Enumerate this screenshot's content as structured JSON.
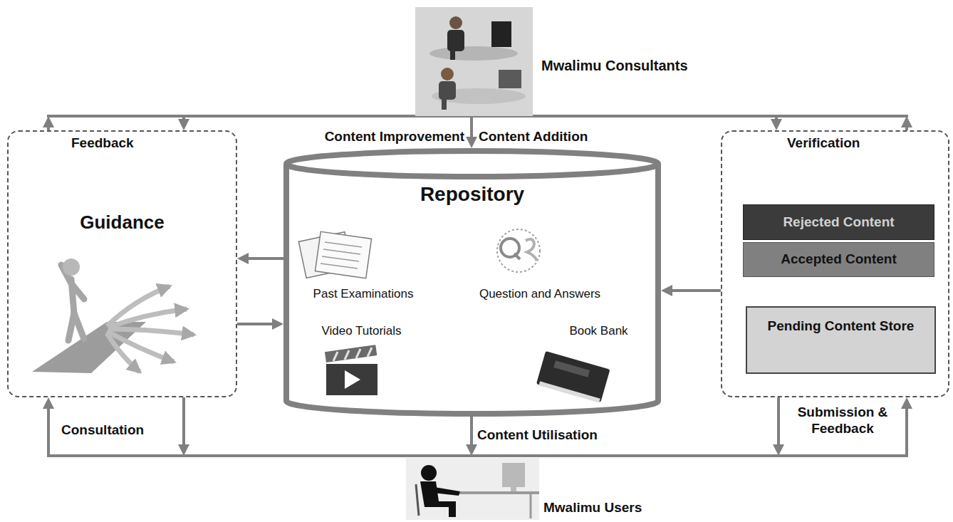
{
  "diagram": {
    "nodes": [
      {
        "text": [
          "Mwalimu Consultants"
        ]
      },
      {
        "text": [
          "Guidance"
        ]
      },
      {
        "text": [
          "Repository"
        ]
      },
      {
        "text": [
          "Past Examinations"
        ],
        "in": 2
      },
      {
        "text": [
          "Question and Answers"
        ],
        "in": 2
      },
      {
        "text": [
          "Video Tutorials"
        ],
        "in": 2
      },
      {
        "text": [
          "Book Bank"
        ],
        "in": 2
      },
      {
        "text": []
      },
      {
        "text": [
          "Rejected Content"
        ],
        "in": 7
      },
      {
        "text": [
          "Accepted Content"
        ],
        "in": 7
      },
      {
        "text": [
          "Pending Content Store"
        ],
        "in": 7
      },
      {
        "text": [
          "Mwalimu Users"
        ]
      }
    ],
    "edges": [
      {
        "from": 1,
        "to": 0,
        "arrow": "to"
      },
      {
        "from": 0,
        "to": 1,
        "arrow": "to",
        "label": "Feedback"
      },
      {
        "from": 0,
        "to": 2,
        "arrow": "to",
        "label": "Content Improvement"
      },
      {
        "from": 0,
        "to": 7,
        "arrow": "to"
      },
      {
        "from": 7,
        "to": 0,
        "arrow": "to",
        "label": "Verification"
      },
      {
        "from": 2,
        "to": 1,
        "arrow": "to"
      },
      {
        "from": 1,
        "to": 2,
        "arrow": "to"
      },
      {
        "from": 7,
        "to": 2,
        "arrow": "to"
      },
      {
        "from": 11,
        "to": 1,
        "arrow": "to",
        "label": "Consultation"
      },
      {
        "from": 1,
        "to": 11,
        "arrow": "to"
      },
      {
        "from": 2,
        "to": 11,
        "arrow": "to",
        "label": "Content Utilisation"
      },
      {
        "from": 7,
        "to": 11,
        "arrow": "to"
      },
      {
        "from": 11,
        "to": 7,
        "arrow": "to",
        "label": "Submission & Feedback"
      }
    ],
    "labels": [
      "Content Addition"
    ]
  }
}
